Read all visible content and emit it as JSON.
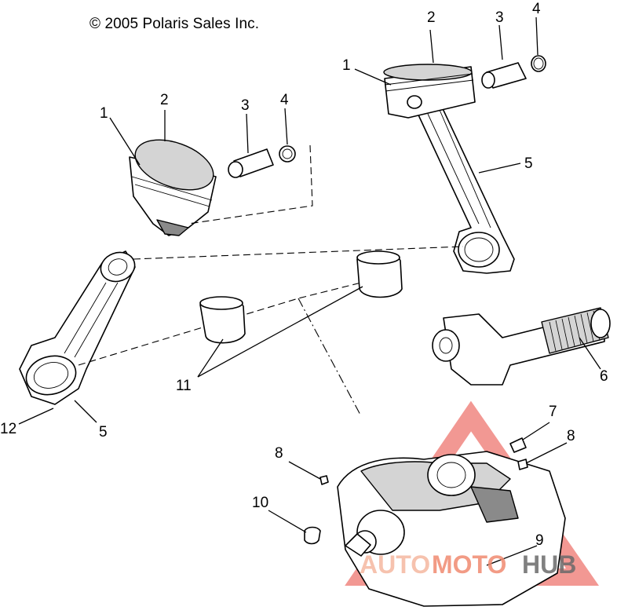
{
  "copyright": "© 2005 Polaris Sales Inc.",
  "watermark": {
    "part1": "AUTO",
    "part2": "MOTO",
    "part3": "HUB",
    "color_auto": "#f5b8a0",
    "color_moto": "#f08a70",
    "color_hub": "#6a6a6a",
    "logo_color": "#e8453c"
  },
  "callouts": {
    "top_right": {
      "n1": "1",
      "n2": "2",
      "n3": "3",
      "n4": "4",
      "n5": "5"
    },
    "left": {
      "n1": "1",
      "n2": "2",
      "n3": "3",
      "n4": "4",
      "n5": "5",
      "n12": "12"
    },
    "bearing": {
      "n11": "11"
    },
    "output_shaft": {
      "n6": "6"
    },
    "crank": {
      "n7": "7",
      "n8a": "8",
      "n8b": "8",
      "n9": "9",
      "n10": "10"
    }
  }
}
